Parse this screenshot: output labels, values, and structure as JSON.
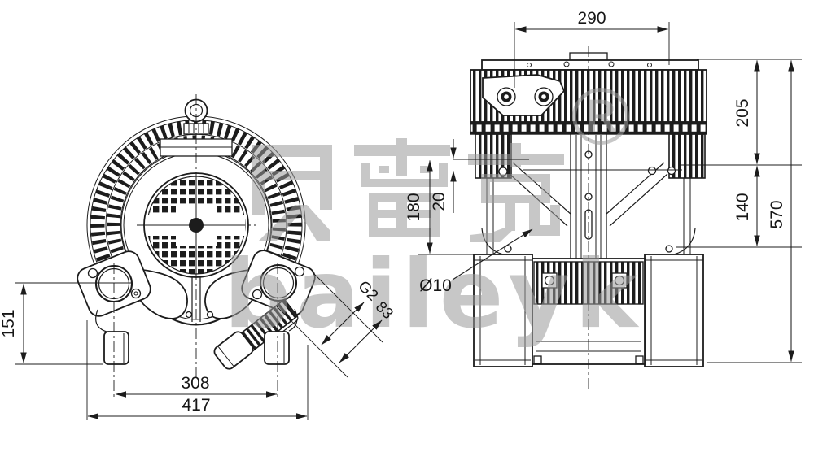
{
  "drawing": {
    "front_view": {
      "dims": {
        "d151": "151",
        "d308": "308",
        "d417": "417",
        "g2": "G2",
        "d83": "83"
      }
    },
    "side_view": {
      "dims": {
        "d290": "290",
        "d205": "205",
        "d140": "140",
        "d570": "570",
        "d180": "180",
        "d20": "20",
        "hole": "Ø10"
      }
    },
    "watermark": {
      "cn_text": "贝雷克",
      "registered_mark": "®",
      "latin_text": "baileyk"
    }
  }
}
